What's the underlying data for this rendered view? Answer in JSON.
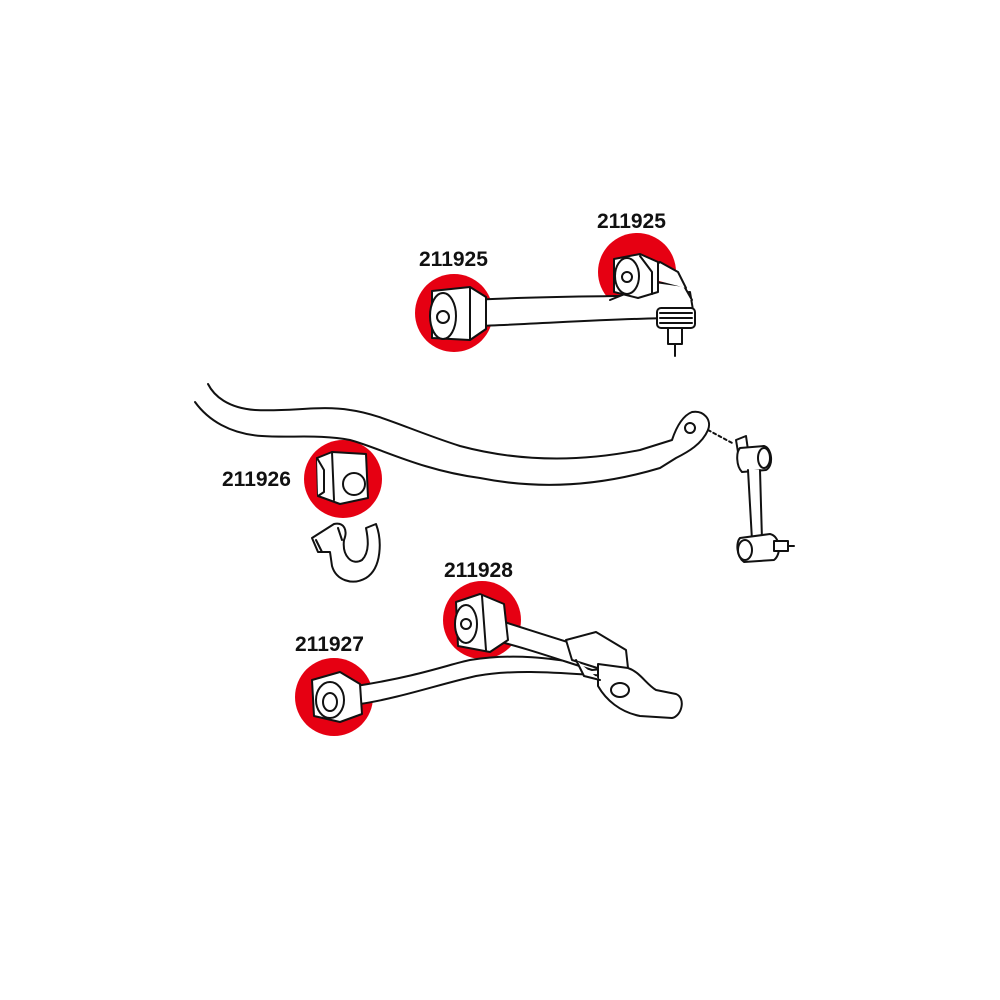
{
  "diagram": {
    "highlight_color": "#e60012",
    "line_color": "#111111",
    "fill_color": "#ffffff",
    "parts": {
      "upper_arm_rear": {
        "number": "211925"
      },
      "upper_arm_front": {
        "number": "211925"
      },
      "stabilizer_bushing": {
        "number": "211926"
      },
      "lower_arm_front": {
        "number": "211928"
      },
      "lower_arm_rear": {
        "number": "211927"
      }
    }
  }
}
